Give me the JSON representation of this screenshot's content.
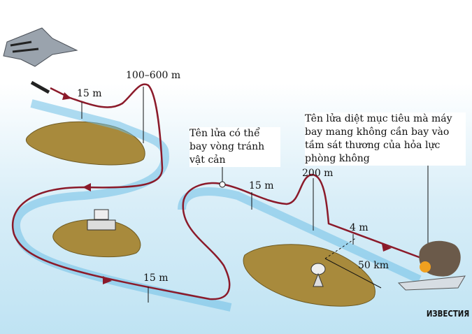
{
  "labels": {
    "altitude_peak_1": "100–600 m",
    "altitude_low_1": "15 m",
    "altitude_low_2": "15 m",
    "altitude_low_3": "15 m",
    "altitude_peak_2": "200 m",
    "altitude_final": "4 m",
    "distance": "50 km",
    "callout_avoid": "Tên lửa có thể bay vòng tránh vật cản",
    "callout_target": "Tên lửa diệt mục tiêu mà máy bay mang không cần bay vào tầm sát thương của hỏa lực phòng không"
  },
  "logo": "ИЗВЕСТИЯ",
  "colors": {
    "trajectory": "#8b1a2a",
    "ribbon": "#6fc0e6",
    "island": "#a88a3c",
    "background": "#d9eef8"
  }
}
